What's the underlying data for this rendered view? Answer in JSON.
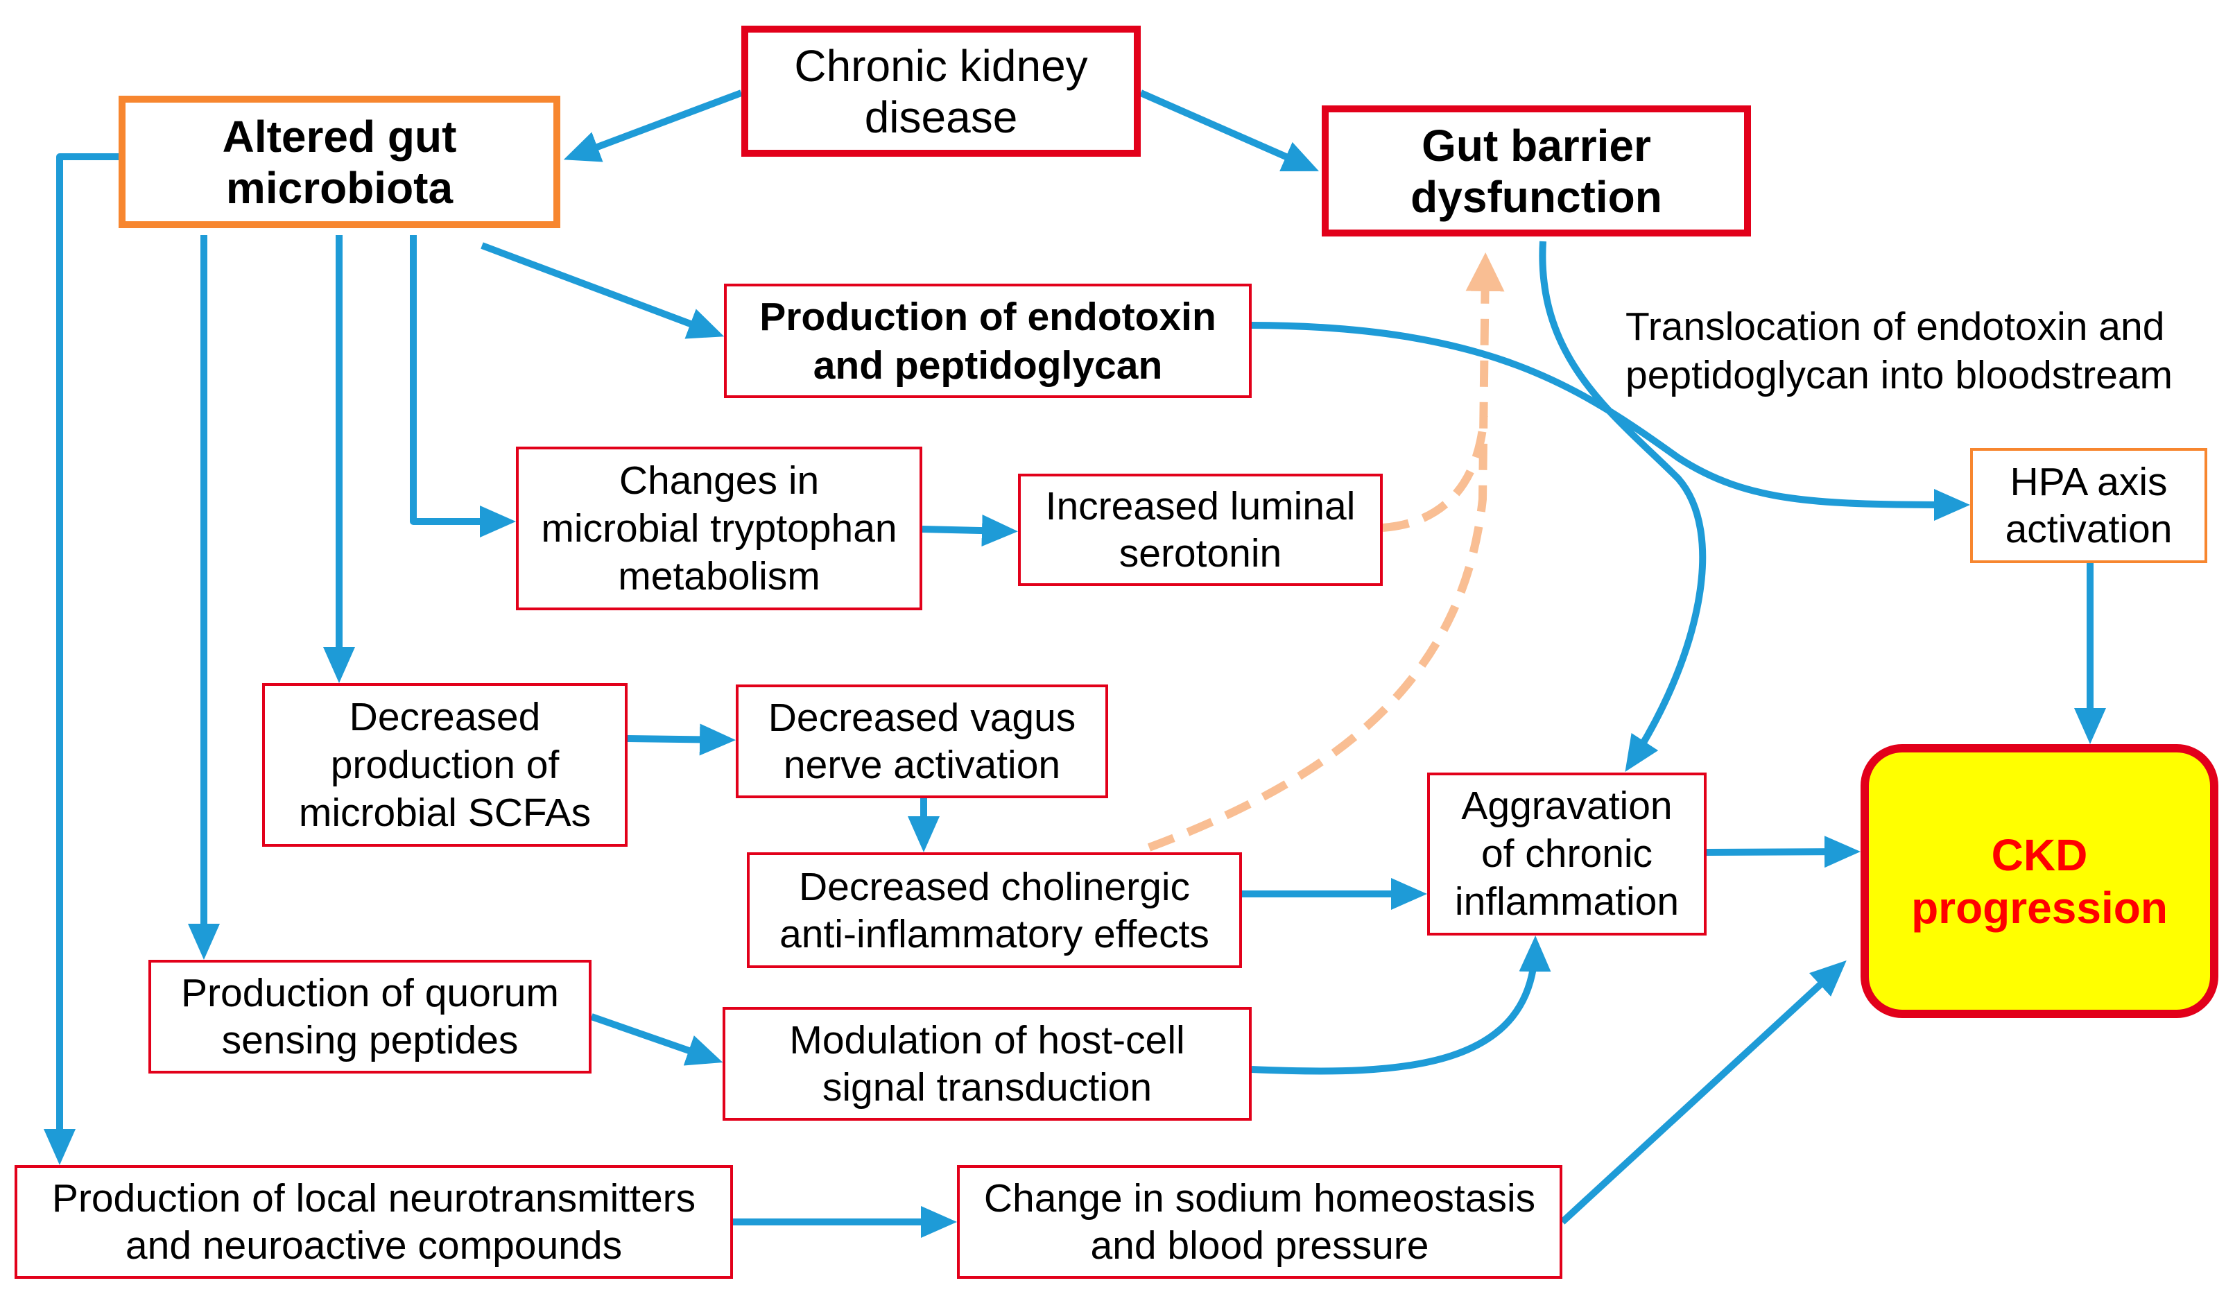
{
  "nodes": {
    "chronic_kidney_disease": [
      "Chronic kidney",
      "disease"
    ],
    "altered_gut_microbiota": [
      "Altered gut",
      "microbiota"
    ],
    "gut_barrier_dysfunction": [
      "Gut barrier",
      "dysfunction"
    ],
    "endotoxin_peptidoglycan": [
      "Production of endotoxin",
      "and peptidoglycan"
    ],
    "tryptophan_metabolism": [
      "Changes in",
      "microbial tryptophan",
      "metabolism"
    ],
    "luminal_serotonin": [
      "Increased luminal",
      "serotonin"
    ],
    "hpa_axis_activation": [
      "HPA axis",
      "activation"
    ],
    "scfa_production": [
      "Decreased",
      "production of",
      "microbial SCFAs"
    ],
    "vagus_nerve_activation": [
      "Decreased vagus",
      "nerve activation"
    ],
    "cholinergic_effects": [
      "Decreased cholinergic",
      "anti-inflammatory effects"
    ],
    "chronic_inflammation": [
      "Aggravation",
      "of chronic",
      "inflammation"
    ],
    "ckd_progression": [
      "CKD",
      "progression"
    ],
    "quorum_sensing_peptides": [
      "Production of quorum",
      "sensing peptides"
    ],
    "host_cell_signal": [
      "Modulation of host-cell",
      "signal transduction"
    ],
    "local_neurotransmitters": [
      "Production of local neurotransmitters",
      "and neuroactive compounds"
    ],
    "sodium_homeostasis": [
      "Change in sodium homeostasis",
      "and blood pressure"
    ]
  },
  "edge_labels": {
    "translocation": [
      "Translocation of endotoxin and",
      "peptidoglycan into bloodstream"
    ]
  },
  "colors": {
    "arrow": "#1E9BD7",
    "dashed_arrow": "#F9BE93",
    "box_border_red": "#E2001A",
    "box_border_orange": "#F7862F",
    "highlight_fill": "#FFFF00",
    "highlight_text": "#FF0000"
  }
}
